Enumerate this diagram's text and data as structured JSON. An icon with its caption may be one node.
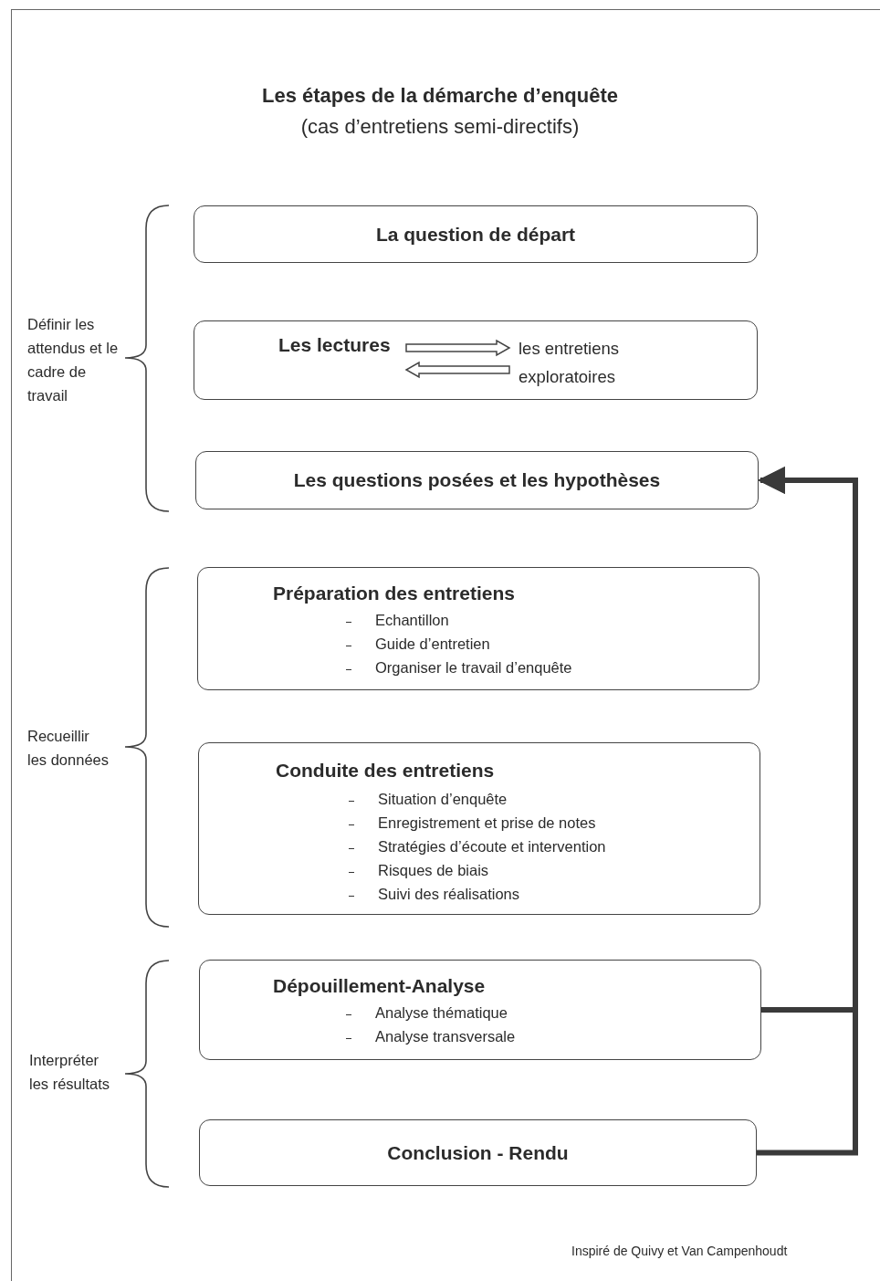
{
  "diagram": {
    "title": "Les étapes de la démarche d’enquête",
    "nodes": [
      {
        "text": [
          "La question de départ"
        ]
      },
      {
        "text": [],
        "shape": "box"
      },
      {
        "text": [
          "Les lectures"
        ],
        "in": 1
      },
      {
        "text": [
          "les entretiens exploratoires"
        ],
        "in": 1
      },
      {
        "text": [
          "Les questions posées et les hypothèses"
        ]
      },
      {
        "text": [
          "Préparation des entretiens",
          "Echantillon",
          "Guide d’entretien",
          "Organiser le travail d’enquête"
        ]
      },
      {
        "text": [
          "Conduite des entretiens",
          "Situation d’enquête",
          "Enregistrement et prise de notes",
          "Stratégies d’écoute et intervention",
          "Risques de biais",
          "Suivi des réalisations"
        ]
      },
      {
        "text": [
          "Dépouillement-Analyse",
          "Analyse thématique",
          "Analyse transversale"
        ]
      },
      {
        "text": [
          "Conclusion - Rendu"
        ]
      }
    ],
    "edges": [
      {
        "from": 2,
        "to": 3,
        "arrow": "to"
      },
      {
        "from": 3,
        "to": 2,
        "arrow": "to"
      },
      {
        "from": 7,
        "to": 4,
        "arrow": "to"
      },
      {
        "from": 8,
        "to": 4,
        "arrow": "to"
      }
    ],
    "labels": [
      "(cas d’entretiens semi-directifs)",
      "Définir les attendus et le cadre de travail",
      "Recueillir les données",
      "Interpréter les résultats",
      "Inspiré de Quivy et Van Campenhoudt"
    ]
  }
}
